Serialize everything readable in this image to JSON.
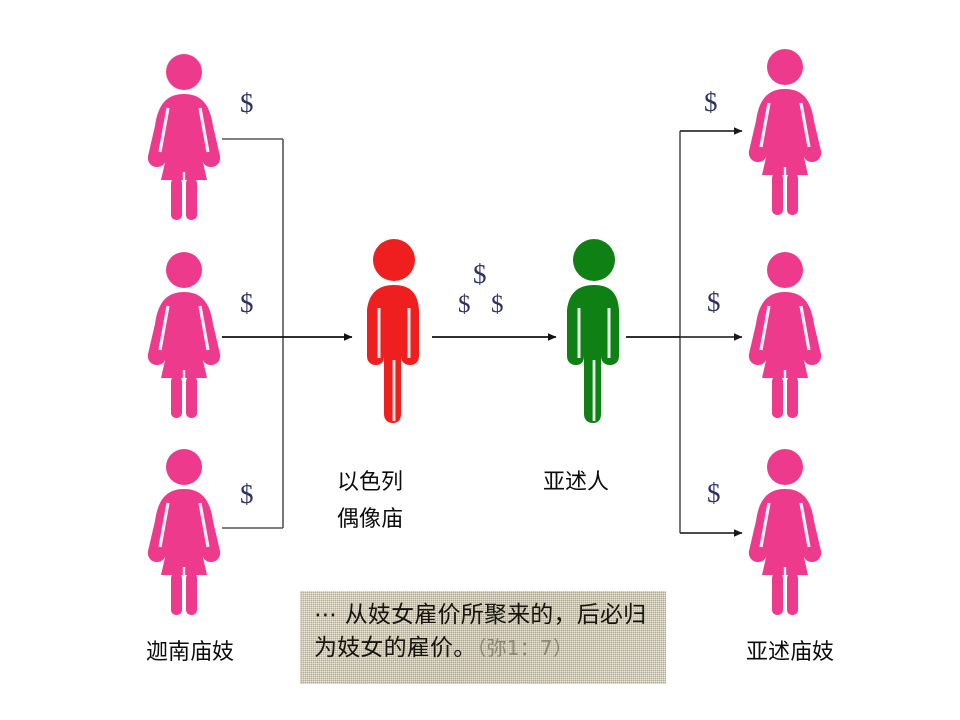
{
  "diagram": {
    "title_note": "",
    "background_color": "#ffffff",
    "colors": {
      "canaan_prostitute": "#ee3a8c",
      "assyrian_prostitute": "#ee3a8c",
      "israel_temple": "#ef1f1f",
      "assyrian_man": "#0f8014",
      "dollar": "#2e2e68",
      "connector": "#4a4a4a",
      "caption_background": "#cec7b1"
    },
    "groups": {
      "left": {
        "label": "迦南庙妓",
        "figure_icon": "female-figure-icon",
        "figure_count": 3,
        "money_markers": [
          "$",
          "$",
          "$"
        ]
      },
      "center_left": {
        "label": "以色列\n偶像庙",
        "label_line1": "以色列",
        "label_line2": "偶像庙",
        "figure_icon": "male-figure-icon"
      },
      "center_right": {
        "label": "亚述人",
        "figure_icon": "male-figure-icon"
      },
      "right": {
        "label": "亚述庙妓",
        "figure_icon": "female-figure-icon",
        "figure_count": 3,
        "money_markers": [
          "$",
          "$",
          "$"
        ]
      }
    },
    "middle_money": [
      "$",
      "$",
      "$"
    ],
    "caption": {
      "text": "⋯ 从妓女雇价所聚来的，后必归为妓女的雇价。",
      "reference": "（弥1：7）"
    }
  }
}
